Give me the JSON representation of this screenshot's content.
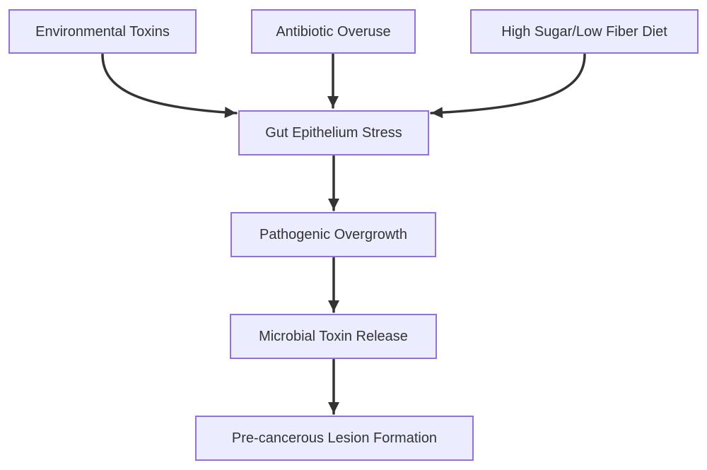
{
  "diagram": {
    "type": "flowchart",
    "direction": "top-down",
    "colors": {
      "node_fill": "#ECECFF",
      "node_border": "#9370DB",
      "arrow": "#333333",
      "text": "#333333",
      "background": "#FFFFFF"
    },
    "nodes": [
      {
        "id": "environmental-toxins",
        "label": "Environmental Toxins"
      },
      {
        "id": "antibiotic-overuse",
        "label": "Antibiotic Overuse"
      },
      {
        "id": "high-sugar-low-fiber-diet",
        "label": "High Sugar/Low Fiber Diet"
      },
      {
        "id": "gut-epithelium-stress",
        "label": "Gut Epithelium Stress"
      },
      {
        "id": "pathogenic-overgrowth",
        "label": "Pathogenic Overgrowth"
      },
      {
        "id": "microbial-toxin-release",
        "label": "Microbial Toxin Release"
      },
      {
        "id": "pre-cancerous-lesion-formation",
        "label": "Pre-cancerous Lesion Formation"
      }
    ],
    "edges": [
      {
        "from": "environmental-toxins",
        "to": "gut-epithelium-stress"
      },
      {
        "from": "antibiotic-overuse",
        "to": "gut-epithelium-stress"
      },
      {
        "from": "high-sugar-low-fiber-diet",
        "to": "gut-epithelium-stress"
      },
      {
        "from": "gut-epithelium-stress",
        "to": "pathogenic-overgrowth"
      },
      {
        "from": "pathogenic-overgrowth",
        "to": "microbial-toxin-release"
      },
      {
        "from": "microbial-toxin-release",
        "to": "pre-cancerous-lesion-formation"
      }
    ]
  }
}
